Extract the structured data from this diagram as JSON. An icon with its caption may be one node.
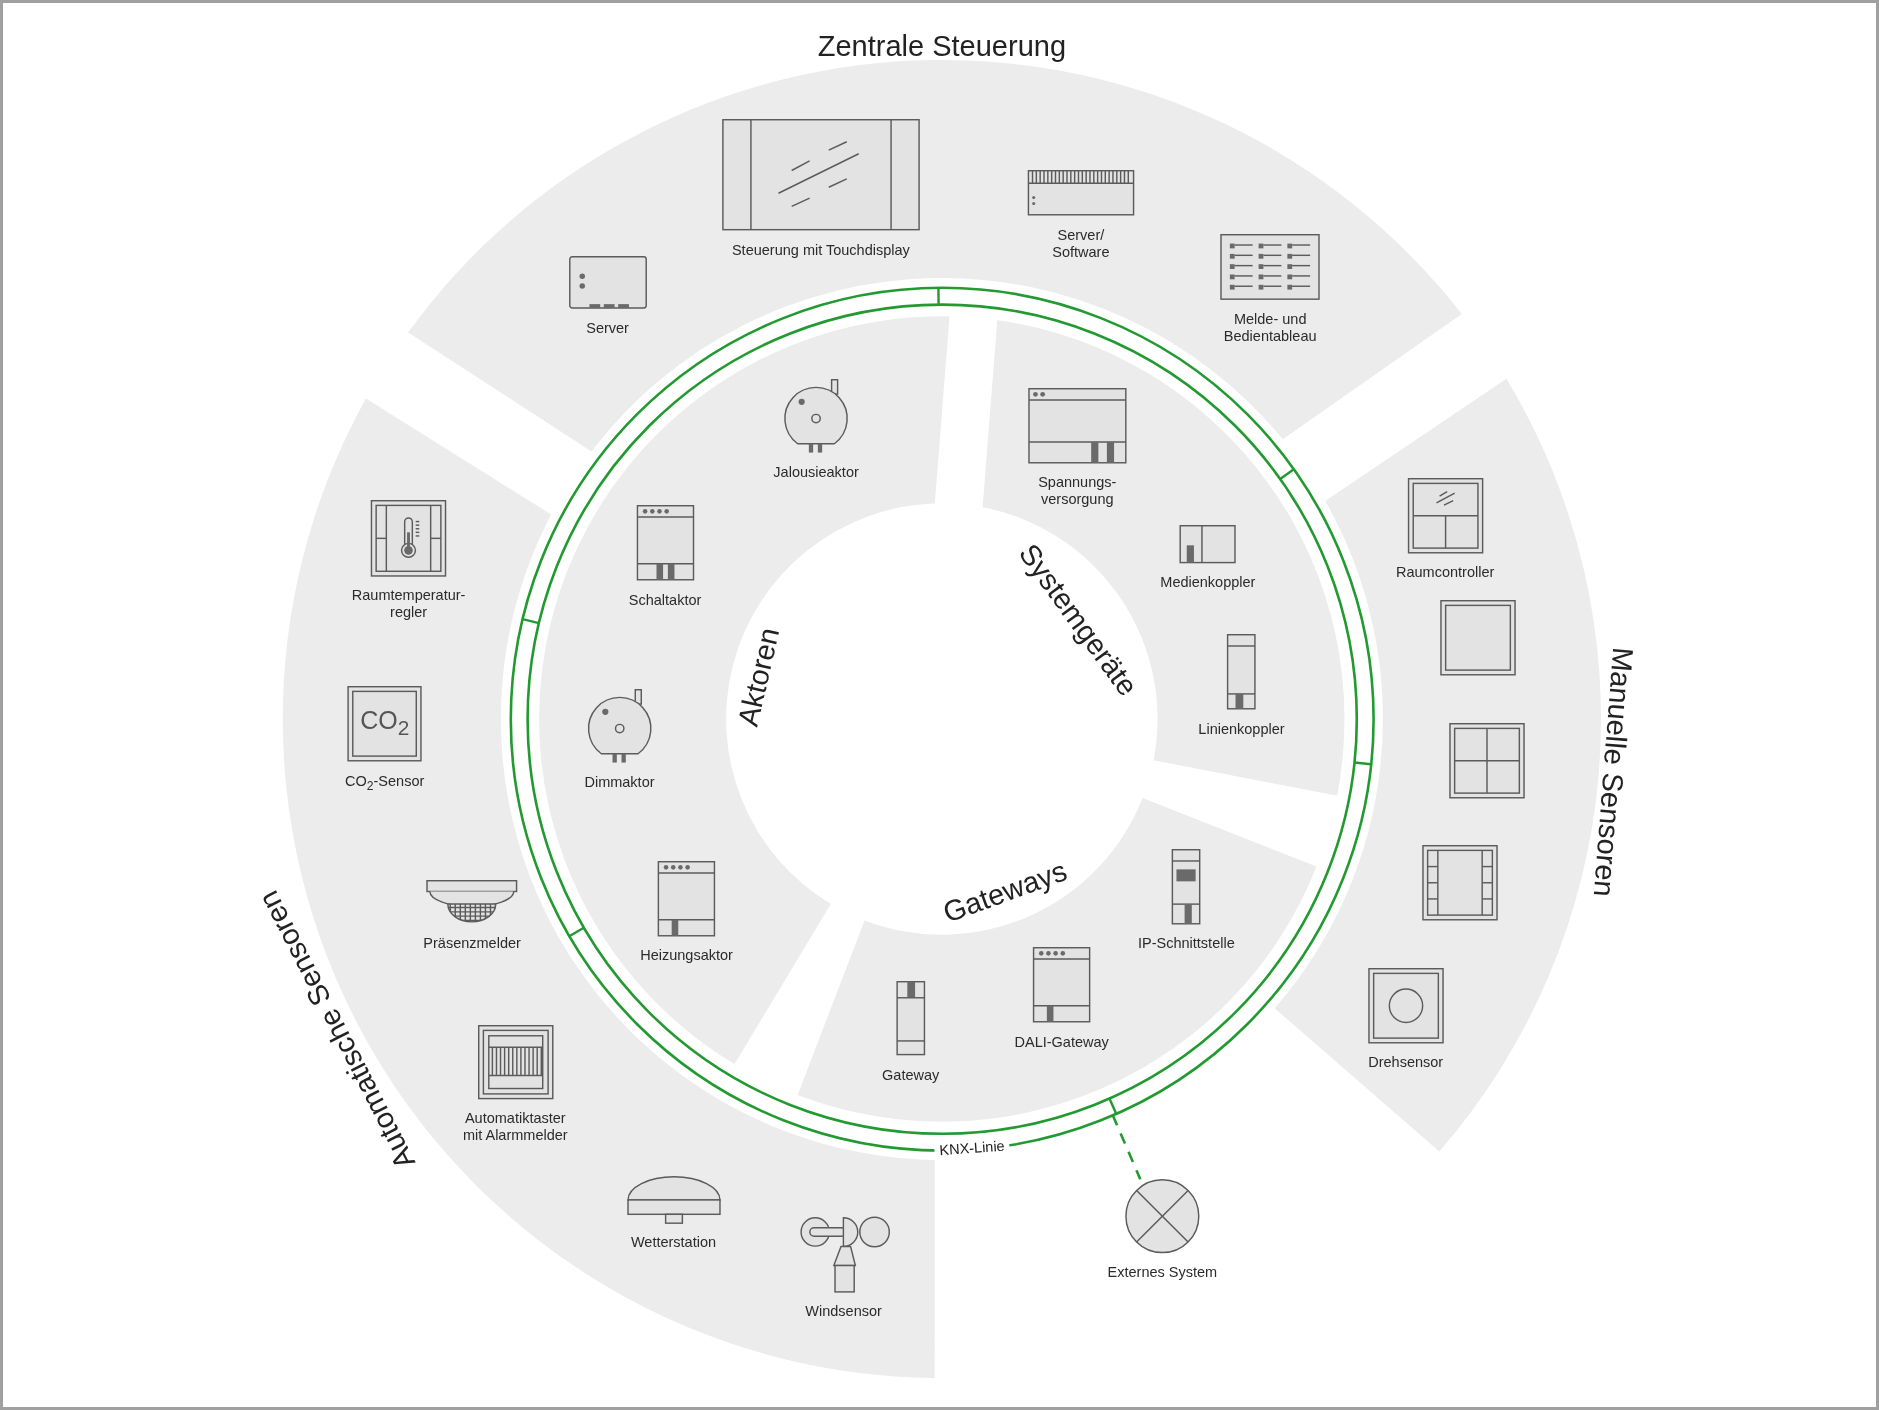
{
  "diagram": {
    "nodes": [
      {
        "text": [
          "Zentrale Steuerung"
        ]
      },
      {
        "text": [
          "Server"
        ],
        "in": 0
      },
      {
        "text": [
          "Steuerung mit Touchdisplay"
        ],
        "in": 0
      },
      {
        "text": [
          "Server/ Software"
        ],
        "in": 0
      },
      {
        "text": [
          "Melde- und Bedientableau"
        ],
        "in": 0
      },
      {
        "text": [
          "Manuelle Sensoren"
        ]
      },
      {
        "text": [
          "Raumcontroller"
        ],
        "in": 5
      },
      {
        "text": [],
        "shape": "picture",
        "in": 5
      },
      {
        "text": [],
        "shape": "picture",
        "in": 5
      },
      {
        "text": [],
        "shape": "picture",
        "in": 5
      },
      {
        "text": [
          "Drehsensor"
        ],
        "in": 5
      },
      {
        "text": [
          "Automatische Sensoren"
        ]
      },
      {
        "text": [
          "Raumtemperatur- regler"
        ],
        "in": 11
      },
      {
        "text": [
          "CO$_{2}$",
          "CO$_{2}$-Sensor"
        ],
        "in": 11
      },
      {
        "text": [
          "Präsenzmelder"
        ],
        "in": 11
      },
      {
        "text": [
          "Automatiktaster mit Alarmmelder"
        ],
        "in": 11
      },
      {
        "text": [
          "Wetterstation"
        ],
        "in": 11
      },
      {
        "text": [
          "Windsensor"
        ],
        "in": 11
      },
      {
        "text": [
          "KNX-Linie"
        ]
      },
      {
        "text": [
          "Aktoren"
        ],
        "in": 18
      },
      {
        "text": [
          "Jalousieaktor"
        ],
        "in": 19
      },
      {
        "text": [
          "Schaltaktor"
        ],
        "in": 19
      },
      {
        "text": [
          "Dimmaktor"
        ],
        "in": 19
      },
      {
        "text": [
          "Heizungsaktor"
        ],
        "in": 19
      },
      {
        "text": [
          "Systemgeräte"
        ],
        "in": 18
      },
      {
        "text": [
          "Spannungs- versorgung"
        ],
        "in": 24
      },
      {
        "text": [
          "Medienkoppler"
        ],
        "in": 24
      },
      {
        "text": [
          "Linienkoppler"
        ],
        "in": 24
      },
      {
        "text": [
          "Gateways"
        ],
        "in": 18
      },
      {
        "text": [
          "IP-Schnittstelle"
        ],
        "in": 28
      },
      {
        "text": [
          "DALI-Gateway"
        ],
        "in": 28
      },
      {
        "text": [
          "Gateway"
        ],
        "in": 28
      },
      {
        "text": [
          "Externes System"
        ]
      }
    ],
    "edges": [
      {
        "from": 18,
        "to": 32,
        "arrow": "none",
        "style": "dashed"
      }
    ]
  }
}
